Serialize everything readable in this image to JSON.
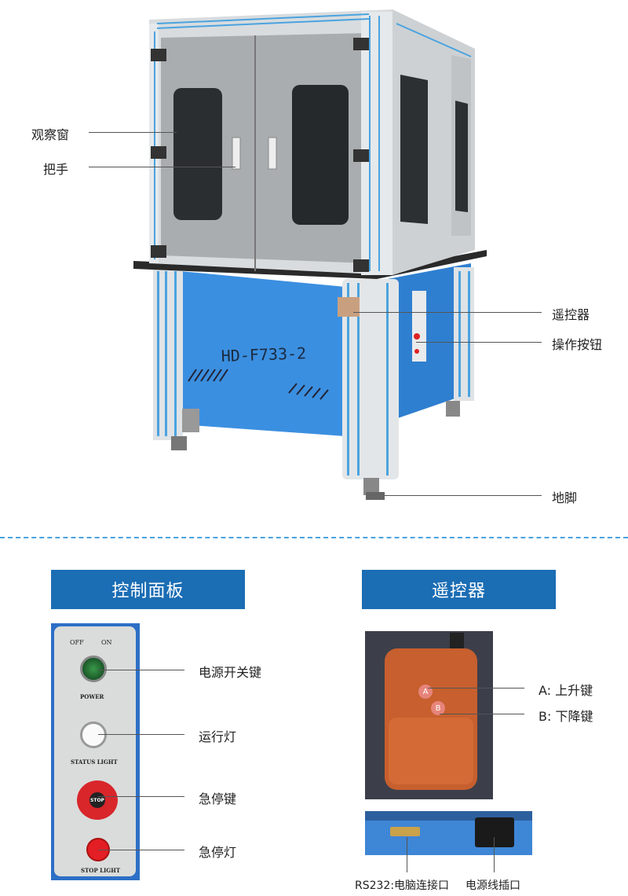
{
  "machine": {
    "model": "HD-F733-2",
    "callouts_left": [
      {
        "label": "观察窗"
      },
      {
        "label": "把手"
      }
    ],
    "callouts_right": [
      {
        "label": "遥控器"
      },
      {
        "label": "操作按钮"
      },
      {
        "label": "地脚"
      }
    ]
  },
  "control_panel": {
    "title": "控制面板",
    "panel_text": {
      "off": "OFF",
      "on": "ON",
      "power": "POWER",
      "status": "STATUS LIGHT",
      "stop": "STOP",
      "stop_light": "STOP LIGHT"
    },
    "callouts": [
      {
        "label": "电源开关键"
      },
      {
        "label": "运行灯"
      },
      {
        "label": "急停键"
      },
      {
        "label": "急停灯"
      }
    ]
  },
  "remote": {
    "title": "遥控器",
    "button_a": "A",
    "button_b": "B",
    "callouts": [
      {
        "label": "A: 上升键"
      },
      {
        "label": "B: 下降键"
      }
    ]
  },
  "ports": {
    "callouts": [
      {
        "label": "RS232:电脑连接口"
      },
      {
        "label": "电源线插口"
      }
    ]
  },
  "colors": {
    "accent": "#1b6db4",
    "dash": "#4aa3df",
    "machine_blue": "#3a8fde"
  }
}
